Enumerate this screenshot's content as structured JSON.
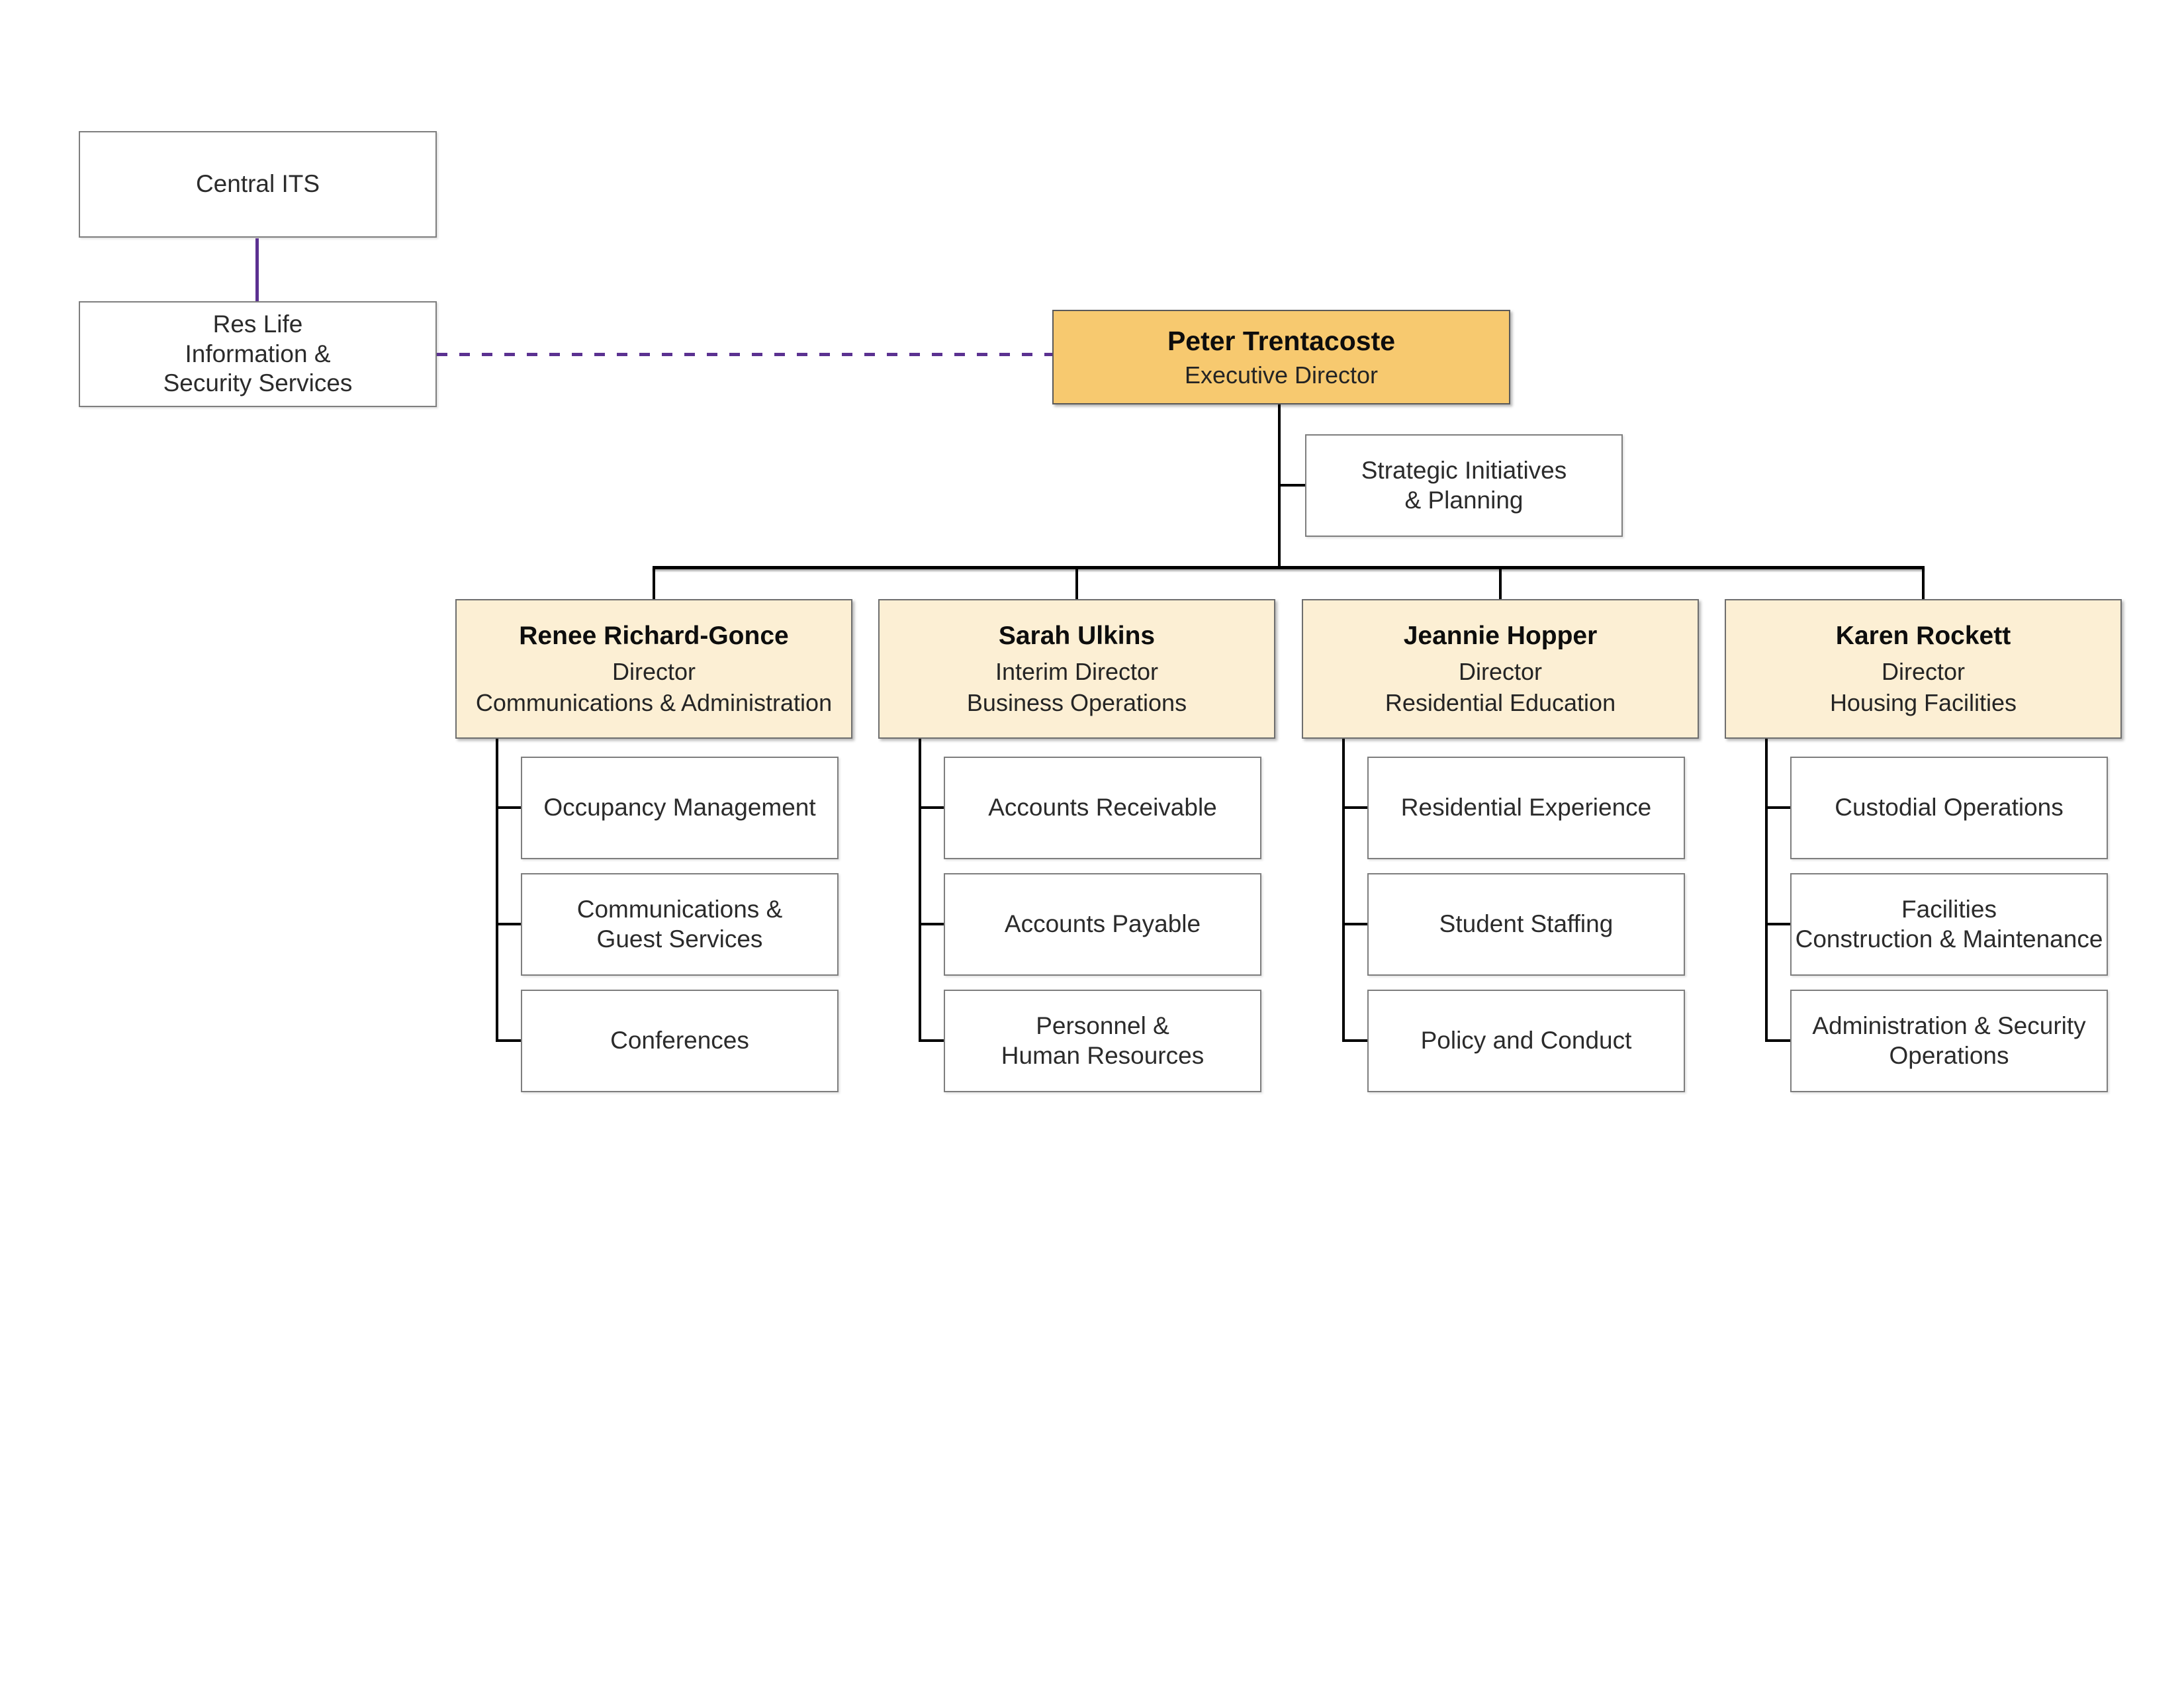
{
  "palette": {
    "executive_fill": "#F7C96F",
    "director_fill": "#FCEFD4",
    "purple_line": "#5B3191",
    "connector_black": "#000000",
    "box_border_gray": "#7e7e7e"
  },
  "external": {
    "central_its": "Central ITS",
    "res_life": "Res Life\nInformation &\nSecurity Services"
  },
  "executive": {
    "name": "Peter Trentacoste",
    "title": "Executive Director"
  },
  "staff_box": {
    "label": "Strategic Initiatives\n& Planning"
  },
  "directors": [
    {
      "name": "Renee Richard-Gonce",
      "title": "Director",
      "dept": "Communications & Administration",
      "reports": [
        "Occupancy Management",
        "Communications &\nGuest Services",
        "Conferences"
      ]
    },
    {
      "name": "Sarah Ulkins",
      "title": "Interim Director",
      "dept": "Business Operations",
      "reports": [
        "Accounts Receivable",
        "Accounts Payable",
        "Personnel &\nHuman Resources"
      ]
    },
    {
      "name": "Jeannie Hopper",
      "title": "Director",
      "dept": "Residential Education",
      "reports": [
        "Residential Experience",
        "Student Staffing",
        "Policy and Conduct"
      ]
    },
    {
      "name": "Karen Rockett",
      "title": "Director",
      "dept": "Housing Facilities",
      "reports": [
        "Custodial Operations",
        "Facilities\nConstruction & Maintenance",
        "Administration & Security\nOperations"
      ]
    }
  ]
}
